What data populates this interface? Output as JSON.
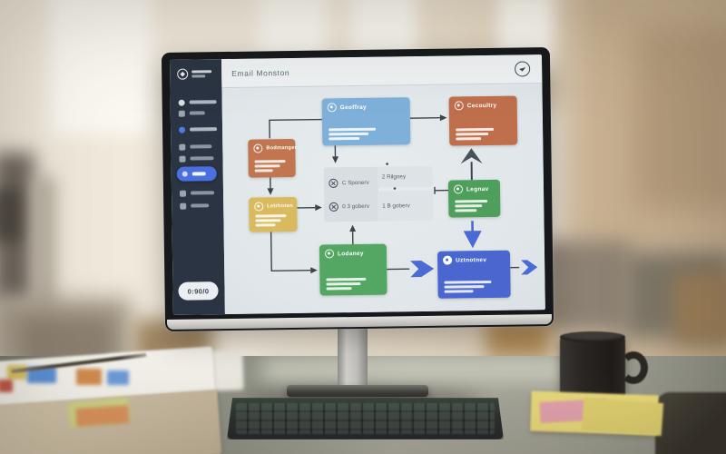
{
  "header": {
    "title": "Email Monston",
    "action_icon": "send-icon"
  },
  "sidebar": {
    "logo_icon": "diamond-logo-icon",
    "version_badge": "0:90/0",
    "items": [
      {
        "icon": "home-icon",
        "active": false
      },
      {
        "icon": "file-icon",
        "active": false
      },
      {
        "icon": "blue-dot-icon",
        "active": false
      },
      {
        "icon": "square-icon",
        "active": false
      },
      {
        "icon": "square-icon",
        "active": false
      },
      {
        "icon": "dot-icon",
        "active": true
      },
      {
        "icon": "square-icon",
        "active": false
      },
      {
        "icon": "square-icon",
        "active": false
      }
    ]
  },
  "flowchart": {
    "nodes": [
      {
        "label": "Geoffray",
        "color": "#7fb0d9",
        "icon": "circle-dot-icon"
      },
      {
        "label": "Cecoultry",
        "color": "#bf6f4b",
        "icon": "circle-dot-icon"
      },
      {
        "label": "Bodmanger",
        "color": "#c27650",
        "icon": "circle-dot-icon"
      },
      {
        "label": "Letrhoton",
        "color": "#d9ba5e",
        "icon": "circle-dot-icon"
      },
      {
        "label": "Legnav",
        "color": "#4f9f5c",
        "icon": "circle-dot-icon"
      },
      {
        "label": "Lodaney",
        "color": "#54a763",
        "icon": "circle-dot-icon"
      },
      {
        "label": "Uztnotnev",
        "color": "#4a67cf",
        "icon": "circle-dot-icon"
      }
    ],
    "conditions": {
      "left": [
        {
          "icon": "shuffle-icon",
          "label": "C Sponerv"
        },
        {
          "icon": "shuffle-icon",
          "label": "0 3 goberv"
        }
      ],
      "right": [
        {
          "label": "2 Rilgney"
        },
        {
          "label": "1 B goberv"
        }
      ]
    },
    "arrow_color": "#3b434c",
    "accent_arrow_color": "#4a6ad4"
  },
  "scene_objects": {
    "monitor": "monitor",
    "keyboard": "keyboard",
    "mug": "coffee-mug",
    "sticky_notes": "sticky-notes",
    "papers": "printed-sheets",
    "pen": "pen",
    "envelope": "kraft-envelope",
    "laptop": "laptop-corner"
  }
}
